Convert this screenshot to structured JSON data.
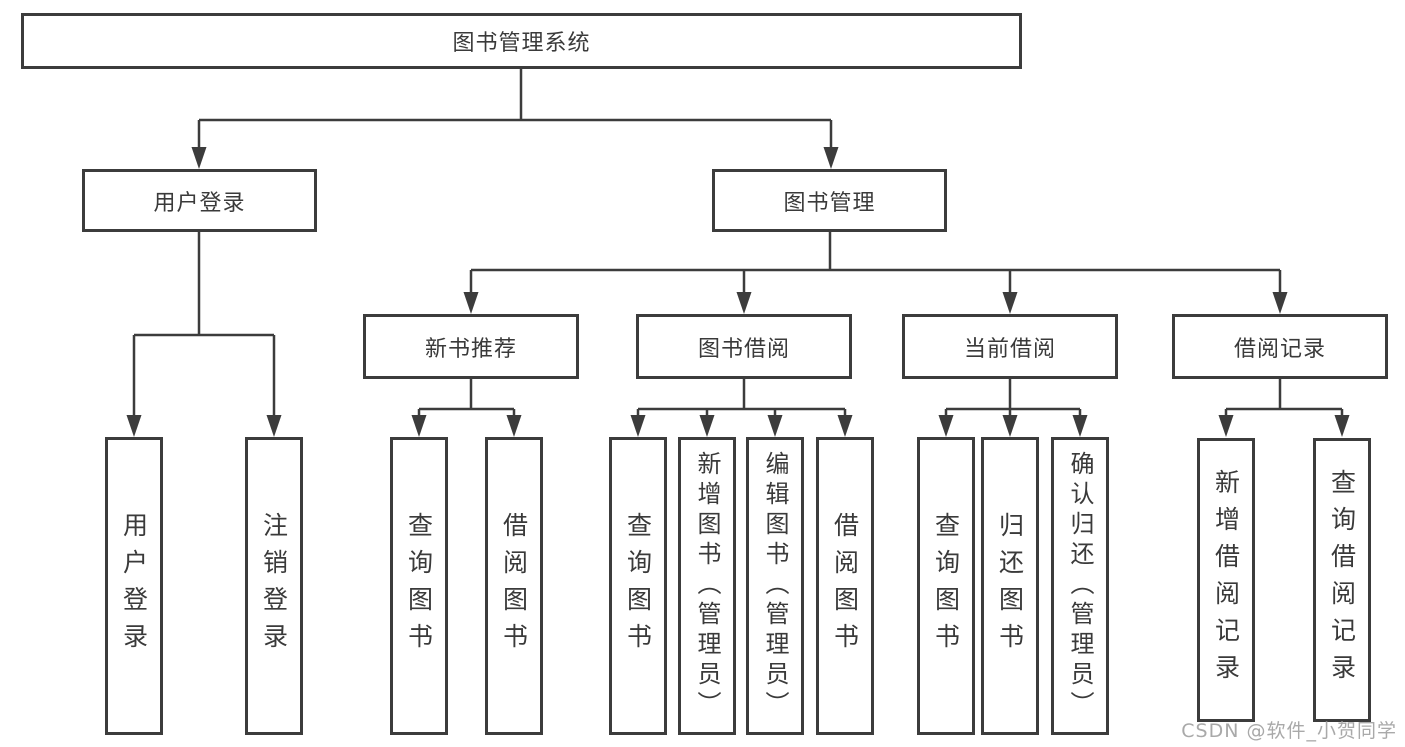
{
  "tree": {
    "root": {
      "label": "图书管理系统"
    },
    "level2": [
      {
        "label": "用户登录"
      },
      {
        "label": "图书管理"
      }
    ],
    "level3": [
      {
        "label": "新书推荐"
      },
      {
        "label": "图书借阅"
      },
      {
        "label": "当前借阅"
      },
      {
        "label": "借阅记录"
      }
    ],
    "leaves": {
      "user_login": [
        "用户登录",
        "注销登录"
      ],
      "new_book": [
        "查询图书",
        "借阅图书"
      ],
      "book_borrow": [
        "查询图书",
        "新增图书（管理员）",
        "编辑图书（管理员）",
        "借阅图书"
      ],
      "current_borrow": [
        "查询图书",
        "归还图书",
        "确认归还（管理员）"
      ],
      "borrow_record": [
        "新增借阅记录",
        "查询借阅记录"
      ]
    }
  },
  "watermark": "CSDN @软件_小贺同学",
  "colors": {
    "line": "#3c3c3c",
    "text": "#3a3a3a",
    "watermark": "#a9a9a9",
    "background": "#ffffff"
  }
}
